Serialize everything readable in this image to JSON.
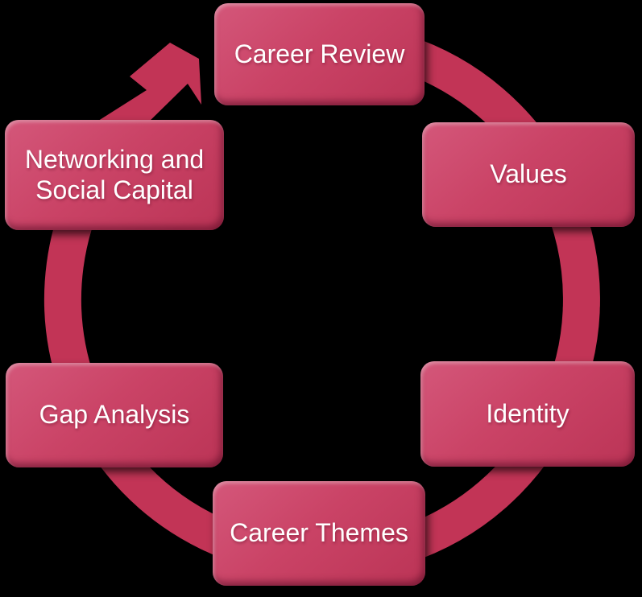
{
  "diagram": {
    "type": "cycle",
    "direction": "clockwise",
    "steps": [
      {
        "label": "Career Review",
        "position": "top"
      },
      {
        "label": "Values",
        "position": "upper-right"
      },
      {
        "label": "Identity",
        "position": "lower-right"
      },
      {
        "label": "Career Themes",
        "position": "bottom"
      },
      {
        "label": "Gap Analysis",
        "position": "lower-left"
      },
      {
        "label": "Networking and Social Capital",
        "position": "upper-left"
      }
    ]
  },
  "colors": {
    "background": "#000000",
    "ring": "#c23456",
    "box_gradient_light": "#d4577a",
    "box_gradient_mid": "#ca4366",
    "box_gradient_dark": "#bb3456",
    "text": "#ffffff"
  }
}
